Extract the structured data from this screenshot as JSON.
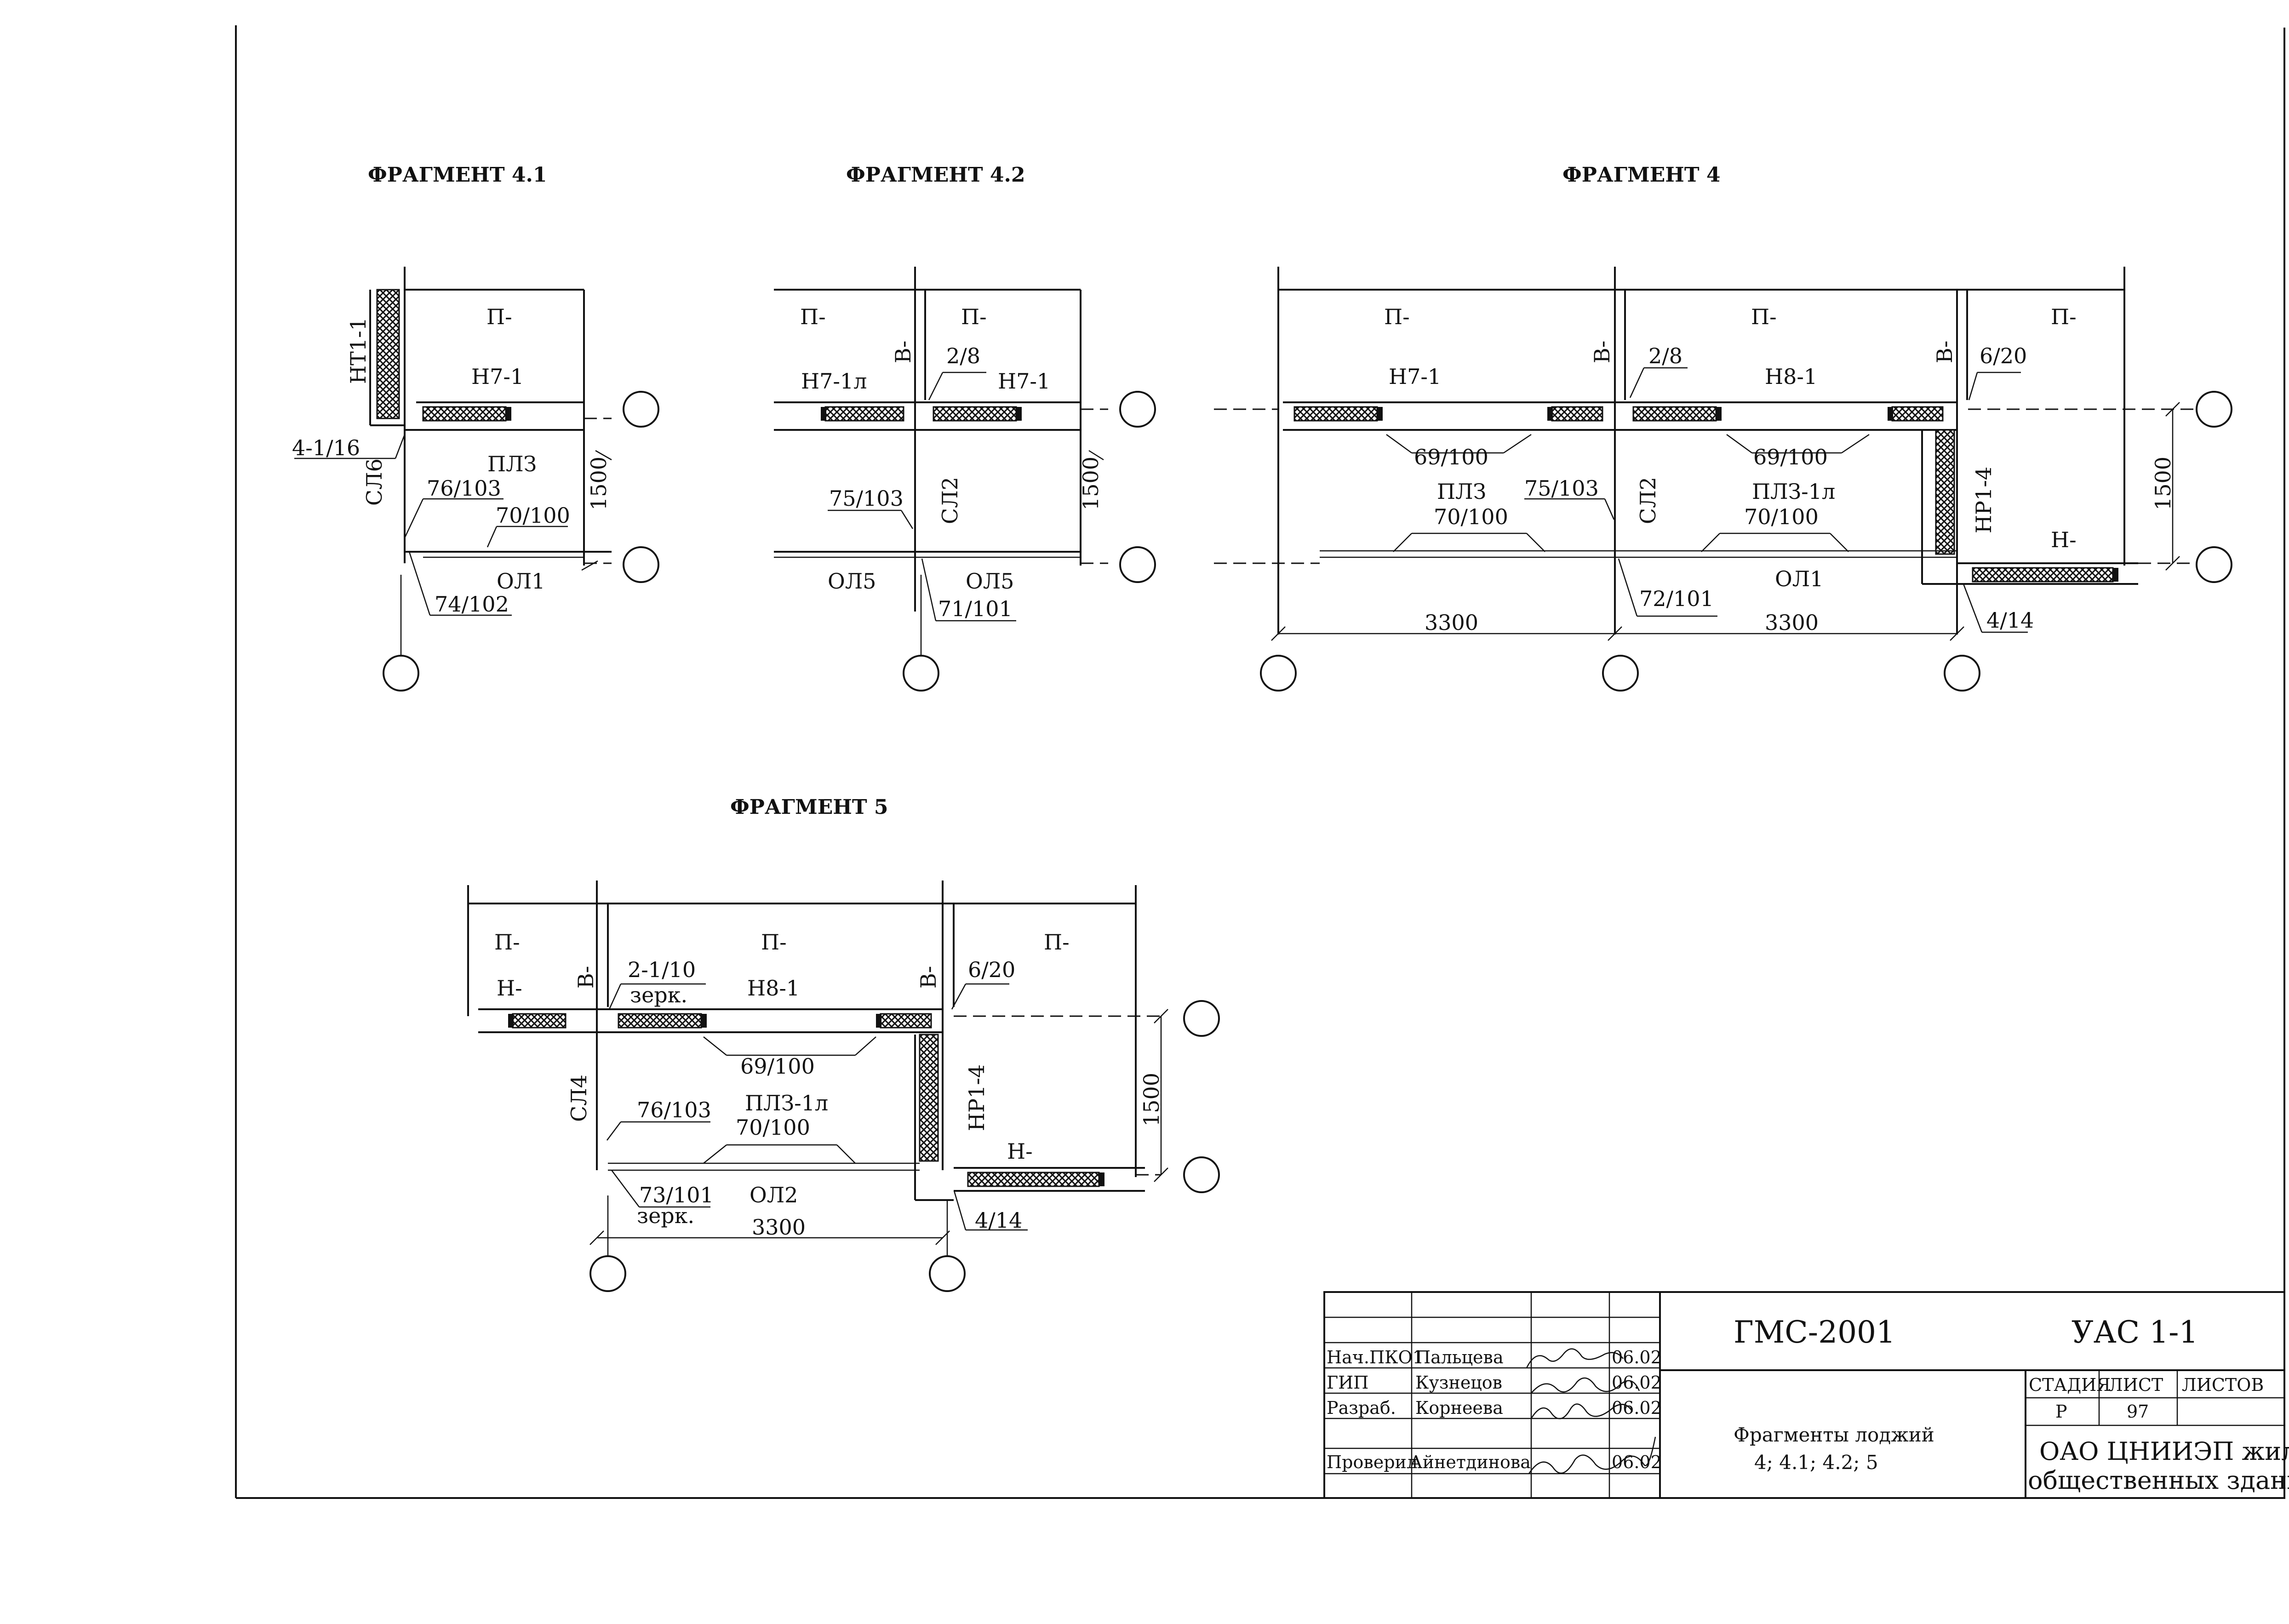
{
  "fragments": {
    "f41": {
      "title": "ФРАГМЕНТ 4.1",
      "labels": [
        "НТ1-1",
        "П-",
        "Н7-1",
        "ПЛЗ",
        "4-1/16",
        "СЛ6",
        "76/103",
        "70/100",
        "1500",
        "ОЛ1",
        "74/102"
      ]
    },
    "f42": {
      "title": "ФРАГМЕНТ 4.2",
      "labels": [
        "П-",
        "П-",
        "В-",
        "2/8",
        "Н7-1л",
        "Н7-1",
        "75/103",
        "СЛ2",
        "1500",
        "ОЛ5",
        "ОЛ5",
        "71/101"
      ]
    },
    "f4": {
      "title": "ФРАГМЕНТ 4",
      "labels": [
        "П-",
        "П-",
        "П-",
        "Н7-1",
        "В-",
        "2/8",
        "Н8-1",
        "В-",
        "6/20",
        "69/100",
        "69/100",
        "ПЛЗ",
        "75/103",
        "СЛ2",
        "ПЛЗ-1л",
        "НР1-4",
        "1500",
        "70/100",
        "70/100",
        "Н-",
        "ОЛ1",
        "72/101",
        "3300",
        "3300",
        "4/14"
      ]
    },
    "f5": {
      "title": "ФРАГМЕНТ 5",
      "labels": [
        "П-",
        "П-",
        "П-",
        "Н-",
        "В-",
        "2-1/10",
        "зерк.",
        "Н8-1",
        "В-",
        "6/20",
        "69/100",
        "СЛ4",
        "76/103",
        "ПЛЗ-1л",
        "70/100",
        "НР1-4",
        "1500",
        "Н-",
        "73/101",
        "зерк.",
        "ОЛ2",
        "4/14",
        "3300"
      ]
    }
  },
  "title_block": {
    "code": "ГМС-2001",
    "sheet_code": "УАС 1-1",
    "title_lines": [
      "Фрагменты лоджий",
      "4; 4.1; 4.2; 5"
    ],
    "stage_header": "СТАДИЯ",
    "sheet_header": "ЛИСТ",
    "sheets_header": "ЛИСТОВ",
    "stage": "Р",
    "sheet": "97",
    "organization": [
      "ОАО ЦНИИЭП жилых и",
      "общественных зданий"
    ],
    "signatures": [
      {
        "role": "Нач.ПКО1",
        "name": "Пальцева",
        "date": "06.02"
      },
      {
        "role": "ГИП",
        "name": "Кузнецов",
        "date": "06.02"
      },
      {
        "role": "Разраб.",
        "name": "Корнеева",
        "date": "06.02"
      },
      {
        "role": "Проверил",
        "name": "Айнетдинова",
        "date": "06.02"
      }
    ]
  }
}
